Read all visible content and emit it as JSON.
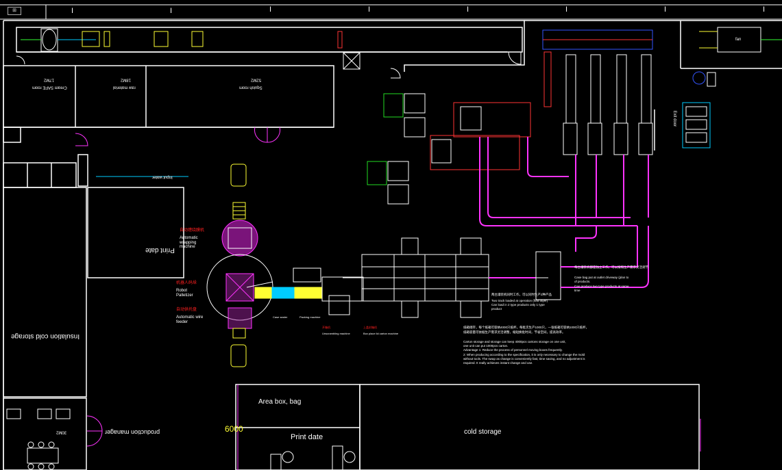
{
  "toolbar": {
    "layout_tab_label": "⊞"
  },
  "ruler_mark": "I",
  "rooms": {
    "cream_safe": {
      "label": "Cream SAFE room",
      "area": "17M2"
    },
    "raw_material": {
      "label": "raw material",
      "area": "18M2"
    },
    "squish": {
      "label": "Squish room",
      "area": "52M2"
    },
    "input_water": "Input water",
    "print_date_left": "Print date",
    "insulation_cold_storage": "Insulation cold storage",
    "production_manager": "production manager",
    "office_area": "30M2",
    "area_box_bag": "Area box, bag",
    "print_date_bottom": "Print date",
    "cold_storage": "cold storage",
    "dimension": "6000",
    "exit_door": "Exit door",
    "fan": "fan"
  },
  "machines": {
    "automatic_wrapping": {
      "cn": "自动缠绕膜机",
      "en": "Automatic wrapping machine"
    },
    "robot_palletizer": {
      "cn": "机器人码垛",
      "en": "Robot Palletizer"
    },
    "automatic_wire_feeder": {
      "cn": "自动供托盘",
      "en": "Automatic wire feeder"
    },
    "case_sealer": "Case sealer",
    "packing_machine": "Packing machine",
    "unscrambling": {
      "cn": "开箱机",
      "en": "Unscrambling machine"
    },
    "carton_machine": {
      "cn": "上盖封箱机",
      "en": "Box place lid carton machine"
    }
  },
  "notes": {
    "right_cn": "每台灌装机都是独立工作。可以按照生产需求灵活调节",
    "right_en_1": "Case bag put at outlet driveway (plan to",
    "right_en_2": "of products.",
    "right_en_3": "Can produce two type products at same",
    "right_en_4": "time",
    "mid_cn": "两台灌装机同时工作，可以同时生产2种产品",
    "mid_en_1": "Two track loaded at operation (flow layer)",
    "mid_en_2": "Can load in 2 type products only 1 type",
    "mid_en_3": "product",
    "bottom_cn_1": "纸箱储存，每个纸箱可容纳4000只纸杯，每批次生产1000只，一张纸箱可容纳1000只纸杯，",
    "bottom_cn_2": "纸箱容量可依据生产需求灵活调整，缩短换批时间，节省空间，提高效率。",
    "bottom_en_1": "Carton storage and storage can keep 4000pcs cartons storage on one unit,",
    "bottom_en_2": "one unit can put 1000pcs carton.",
    "bottom_en_3": "Advantage 1: Reduce the process of personnel moving boxes frequently.",
    "bottom_en_4": "2: When producing according to the specification, it is only necessary to change the mold",
    "bottom_en_5": "without tools. The swap as change is conveniently fast, time saving, and no adjustment is",
    "bottom_en_6": "required. It really achieves instant change and use."
  },
  "colors": {
    "background": "#000000",
    "walls": "#ffffff",
    "pipes": "#ff33ff",
    "machines": "#ffff33",
    "annotations": "#ff2020",
    "labels": "#22dd22",
    "conveyor": "#00ccff"
  }
}
